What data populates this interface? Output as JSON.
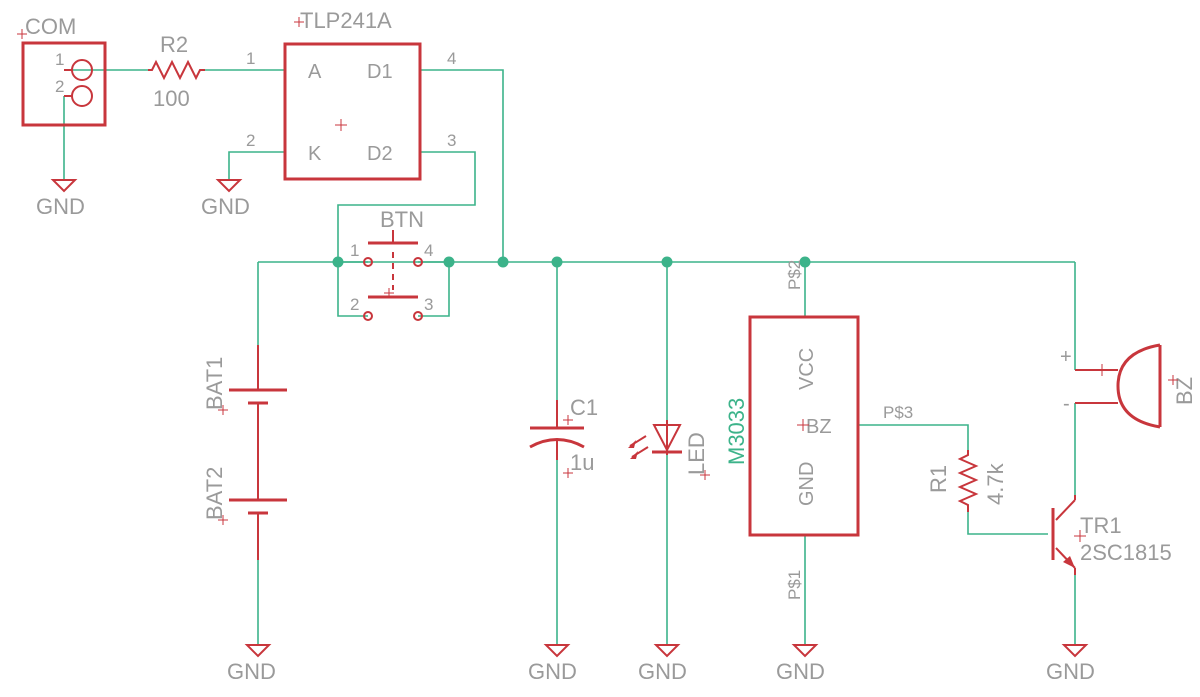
{
  "colors": {
    "wire": "#3cb38a",
    "part": "#c8363c",
    "label": "#9a9a9a"
  },
  "labels": {
    "com": "COM",
    "com_pin1": "1",
    "com_pin2": "2",
    "r2_name": "R2",
    "r2_value": "100",
    "tlp_name": "TLP241A",
    "tlp_pin_a": "A",
    "tlp_pin_k": "K",
    "tlp_pin_d1": "D1",
    "tlp_pin_d2": "D2",
    "tlp_num1": "1",
    "tlp_num2": "2",
    "tlp_num3": "3",
    "tlp_num4": "4",
    "btn_name": "BTN",
    "btn_num1": "1",
    "btn_num2": "2",
    "btn_num3": "3",
    "btn_num4": "4",
    "bat1": "BAT1",
    "bat2": "BAT2",
    "c1_name": "C1",
    "c1_value": "1u",
    "led_name": "LED",
    "ic_name": "M3033",
    "ic_vcc": "VCC",
    "ic_bz": "BZ",
    "ic_gnd": "GND",
    "ic_ps2": "P$2",
    "ic_ps1": "P$1",
    "ic_ps3": "P$3",
    "r1_name": "R1",
    "r1_value": "4.7k",
    "tr1_name": "TR1",
    "tr1_value": "2SC1815",
    "bz_name": "BZ",
    "bz_plus": "+",
    "bz_minus": "-",
    "gnd": "GND"
  }
}
